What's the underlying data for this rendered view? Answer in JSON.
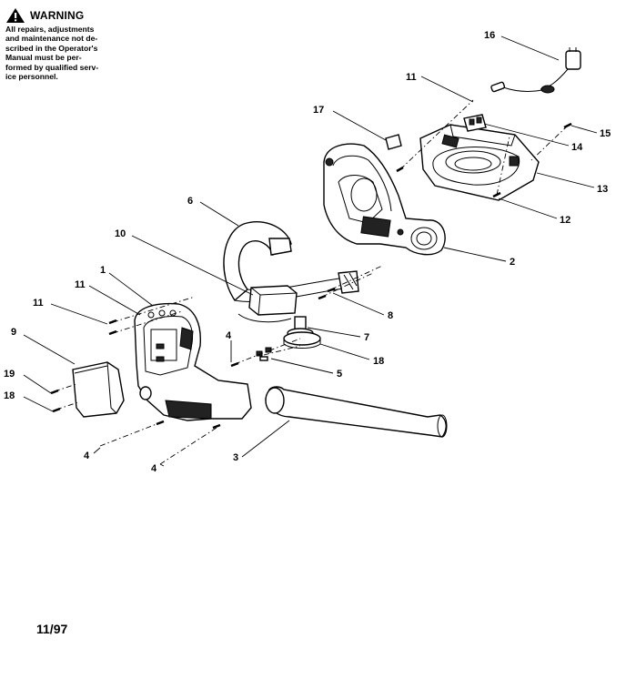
{
  "warning": {
    "title": "WARNING",
    "lines": [
      "All repairs, adjustments",
      "and maintenance not de-",
      "scribed in the Operator's",
      "Manual must be per-",
      "formed by qualified serv-",
      "ice personnel."
    ]
  },
  "date": "11/97",
  "callouts": [
    "16",
    "11",
    "17",
    "15",
    "14",
    "13",
    "12",
    "6",
    "10",
    "2",
    "1",
    "11",
    "11",
    "8",
    "9",
    "7",
    "18",
    "4",
    "5",
    "19",
    "18",
    "4",
    "4",
    "3"
  ],
  "icons": {
    "warning": "warning-triangle-icon"
  }
}
